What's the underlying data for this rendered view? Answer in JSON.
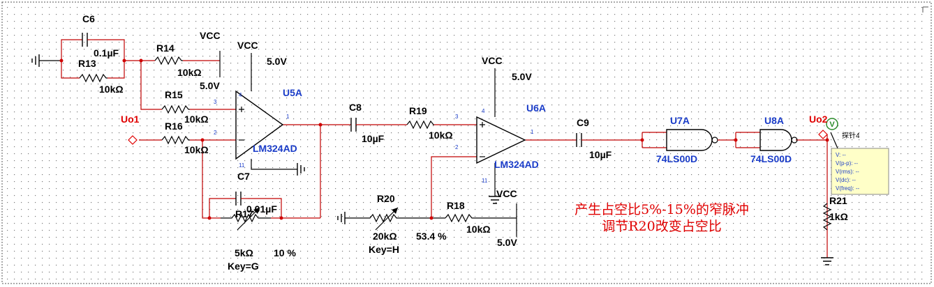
{
  "components": {
    "C6": {
      "ref": "C6",
      "value": "0.1µF"
    },
    "C7": {
      "ref": "C7",
      "value": "0.01µF"
    },
    "C8": {
      "ref": "C8",
      "value": "10µF"
    },
    "C9": {
      "ref": "C9",
      "value": "10µF"
    },
    "R13": {
      "ref": "R13",
      "value": "10kΩ"
    },
    "R14": {
      "ref": "R14",
      "value": "10kΩ"
    },
    "R15": {
      "ref": "R15",
      "value": "10kΩ"
    },
    "R16": {
      "ref": "R16",
      "value": "10kΩ"
    },
    "R17": {
      "ref": "R17",
      "value": "5kΩ",
      "key": "Key=G",
      "percent": "10 %"
    },
    "R18": {
      "ref": "R18",
      "value": "10kΩ"
    },
    "R19": {
      "ref": "R19",
      "value": "10kΩ"
    },
    "R20": {
      "ref": "R20",
      "value": "20kΩ",
      "key": "Key=H",
      "percent": "53.4 %"
    },
    "R21": {
      "ref": "R21",
      "value": "1kΩ"
    },
    "U5A": {
      "ref": "U5A",
      "part": "LM324AD"
    },
    "U6A": {
      "ref": "U6A",
      "part": "LM324AD"
    },
    "U7A": {
      "ref": "U7A",
      "part": "74LS00D"
    },
    "U8A": {
      "ref": "U8A",
      "part": "74LS00D"
    }
  },
  "pins": {
    "u5_plus": "3",
    "u5_minus": "2",
    "u5_out": "1",
    "u5_vcc": "4",
    "u5_gnd": "11",
    "u6_plus": "3",
    "u6_minus": "2",
    "u6_out": "1",
    "u6_vcc": "4",
    "u6_gnd": "11"
  },
  "power": {
    "vcc_label": "VCC",
    "r14_supply": "5.0V",
    "u5_supply": "5.0V",
    "u6_supply": "5.0V",
    "r18_supply": "5.0V"
  },
  "nets": {
    "uo1": "Uo1",
    "uo2": "Uo2"
  },
  "probe": {
    "badge": "V",
    "title": "探针4",
    "rows": [
      "V: --",
      "V(p-p): --",
      "V(rms): --",
      "V(dc): --",
      "V(freq): --"
    ]
  },
  "notes": {
    "line1": "产生占空比5%-15%的窄脉冲",
    "line2": "调节R20改变占空比"
  },
  "colors": {
    "wire": "#c00000",
    "component": "#1a3cc8",
    "net_label": "#e00000",
    "probe_box": "#ffffc8"
  }
}
